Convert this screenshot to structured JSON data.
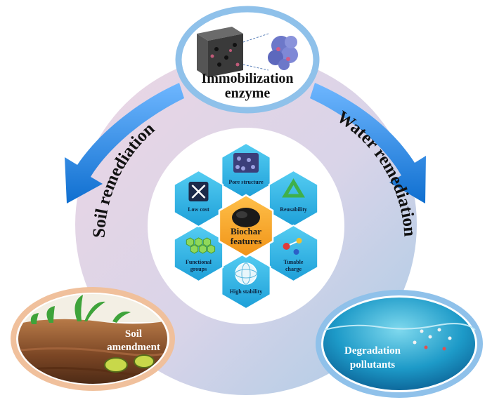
{
  "top_label": [
    "Immobilization",
    "enzyme"
  ],
  "left_arc_label": "Soil remediation",
  "right_arc_label": "Water remediation",
  "center_label": [
    "Biochar",
    "features"
  ],
  "features": [
    {
      "key": "pore",
      "label": [
        "Pore structure"
      ],
      "icon": "porous-block-icon"
    },
    {
      "key": "reuse",
      "label": [
        "Reusability"
      ],
      "icon": "recycle-icon"
    },
    {
      "key": "charge",
      "label": [
        "Tunable",
        "charge"
      ],
      "icon": "molecule-charge-icon"
    },
    {
      "key": "stability",
      "label": [
        "High stability"
      ],
      "icon": "sphere-lattice-icon"
    },
    {
      "key": "functional",
      "label": [
        "Functional",
        "groups"
      ],
      "icon": "graphene-sheet-icon"
    },
    {
      "key": "cost",
      "label": [
        "Low cost"
      ],
      "icon": "crossed-tools-icon"
    }
  ],
  "soil_label": [
    "Soil",
    "amendment"
  ],
  "water_label": [
    "Degradation",
    "pollutants"
  ],
  "colors": {
    "arrow_blue": "#1d7fd8",
    "ring_blue": "#8fc1ea",
    "hex_cyan": "#2fb6e8",
    "hex_orange": "#f5a623",
    "ring_pink": "#e6d2e2",
    "ring_blue_fill": "#b6d4ea",
    "soil_frame": "#f0b48c"
  }
}
